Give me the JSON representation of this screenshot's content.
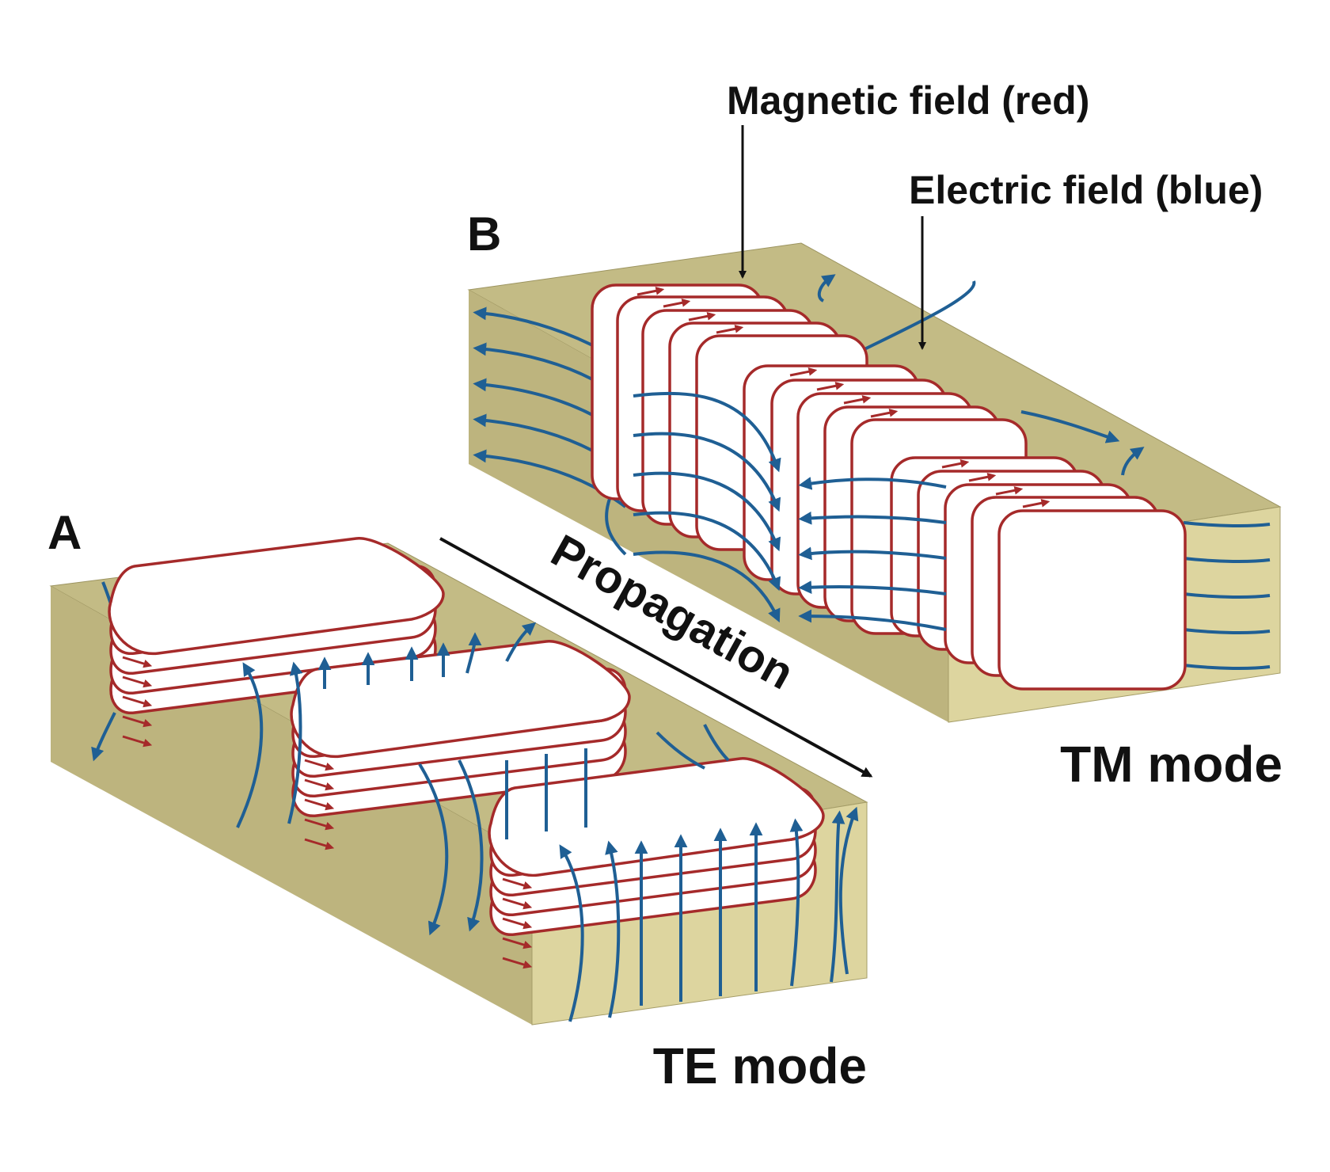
{
  "labels": {
    "panel_a": "A",
    "panel_b": "B",
    "te_mode": "TE mode",
    "tm_mode": "TM mode",
    "propagation": "Propagation",
    "magnetic_field": "Magnetic field (red)",
    "electric_field": "Electric field (blue)"
  },
  "colors": {
    "magnetic": "#a52a2a",
    "electric": "#1f5f94",
    "guide_top": "#c3bb85",
    "guide_side": "#ddd59f",
    "guide_dark": "#b8b07a",
    "outline": "#111111"
  },
  "icons": {
    "propagation_arrow": "arrow-right-down-icon",
    "pointer_arrows": "arrow-down-icon"
  }
}
